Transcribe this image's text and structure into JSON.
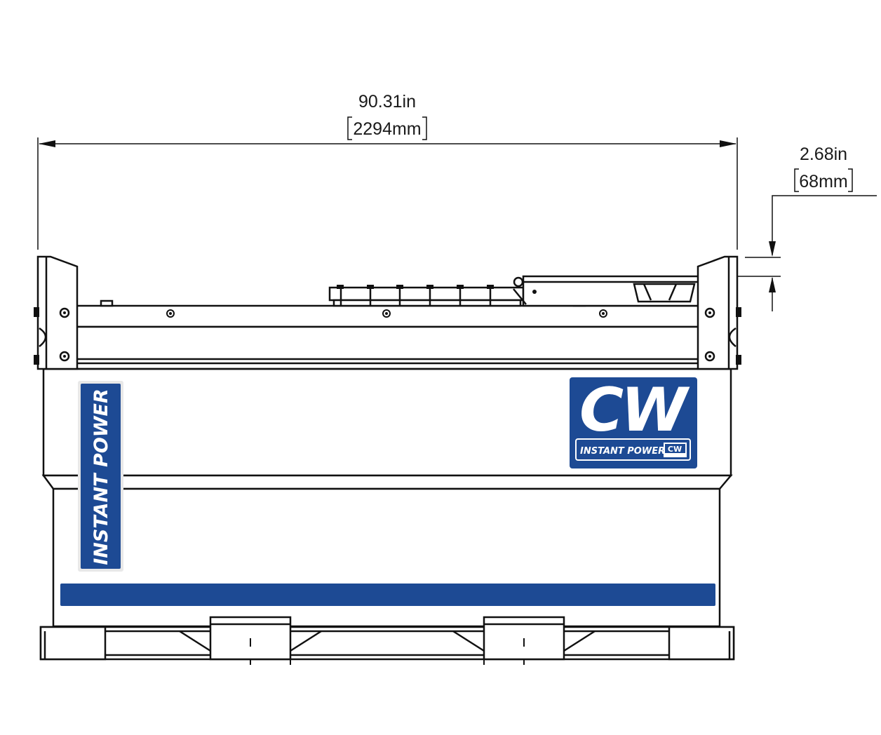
{
  "dimensions": {
    "width": {
      "imperial": "90.31in",
      "metric": "2294mm"
    },
    "rail_offset": {
      "imperial": "2.68in",
      "metric": "68mm"
    }
  },
  "labels": {
    "side_decal": "INSTANT POWER",
    "logo_tagline": "INSTANT POWER",
    "logo_mark": "CW"
  },
  "colors": {
    "brand_blue": "#1d4a94",
    "line": "#111111",
    "background": "#ffffff"
  }
}
